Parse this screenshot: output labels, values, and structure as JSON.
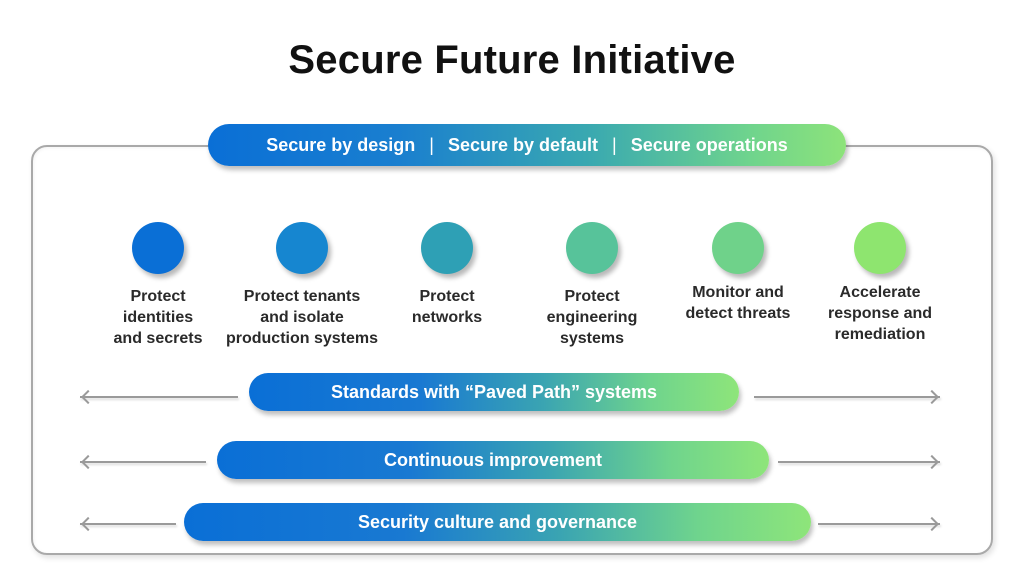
{
  "title": "Secure Future Initiative",
  "principles": {
    "items": [
      "Secure by design",
      "Secure by default",
      "Secure operations"
    ],
    "separator": "|"
  },
  "pillars": [
    {
      "lines": [
        "Protect",
        "identities",
        "and secrets"
      ],
      "color": "#0a6fd6"
    },
    {
      "lines": [
        "Protect tenants",
        "and isolate",
        "production systems"
      ],
      "color": "#1686d0"
    },
    {
      "lines": [
        "Protect",
        "networks"
      ],
      "color": "#2ea0b5"
    },
    {
      "lines": [
        "Protect",
        "engineering",
        "systems"
      ],
      "color": "#57c39a"
    },
    {
      "lines": [
        "Monitor and",
        "detect threats"
      ],
      "color": "#6fd28a"
    },
    {
      "lines": [
        "Accelerate",
        "response and",
        "remediation"
      ],
      "color": "#8ee56f"
    }
  ],
  "foundations": [
    {
      "label": "Standards with “Paved Path” systems"
    },
    {
      "label": "Continuous improvement"
    },
    {
      "label": "Security culture and governance"
    }
  ],
  "colors": {
    "gradient_start": "#0a6fd6",
    "gradient_end": "#8ee57a",
    "frame_border": "#a9a9a9",
    "arrow": "#9a9a9a",
    "text": "#2a2a2a"
  }
}
